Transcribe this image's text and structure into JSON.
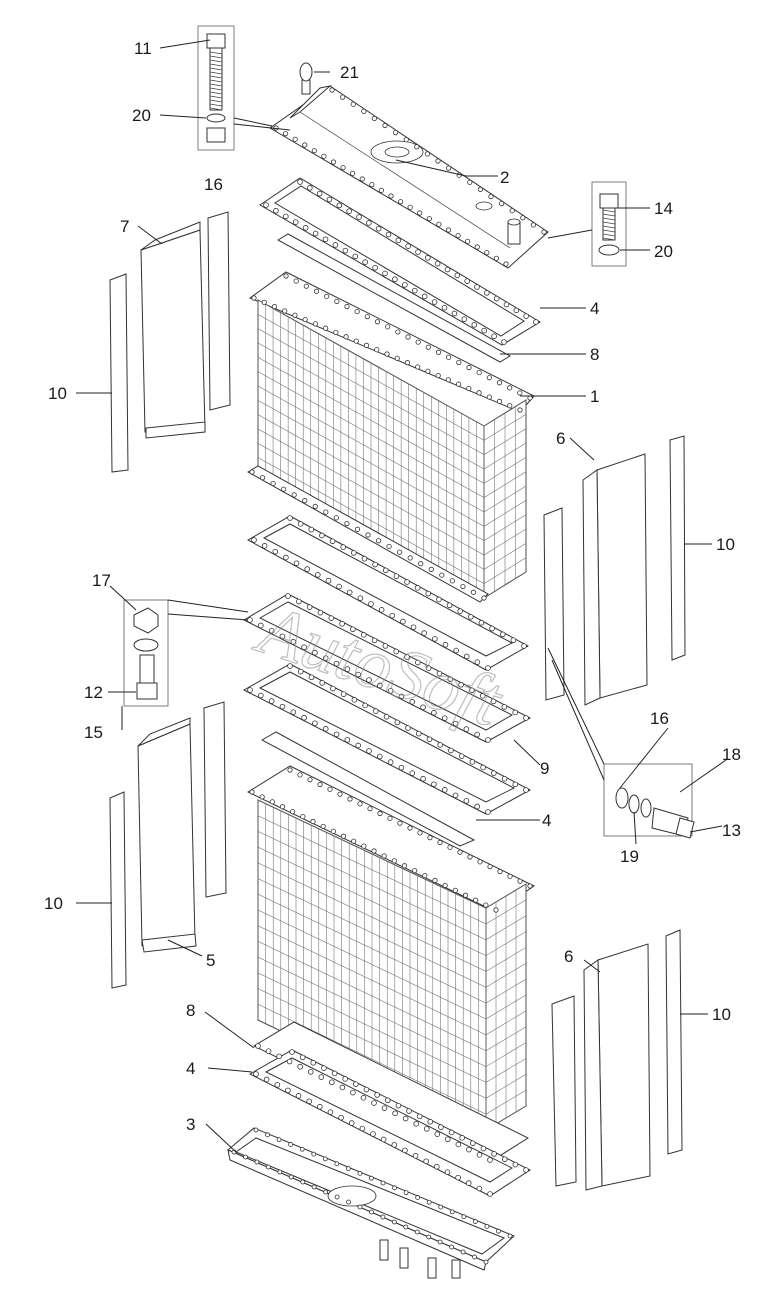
{
  "watermark": "AutoSoft",
  "callouts": {
    "c1": "1",
    "c2": "2",
    "c3": "3",
    "c4a": "4",
    "c4b": "4",
    "c4c": "4",
    "c5": "5",
    "c6a": "6",
    "c6b": "6",
    "c7": "7",
    "c8a": "8",
    "c8b": "8",
    "c9": "9",
    "c10a": "10",
    "c10b": "10",
    "c10c": "10",
    "c10d": "10",
    "c11": "11",
    "c12": "12",
    "c13": "13",
    "c14": "14",
    "c15": "15",
    "c16a": "16",
    "c16b": "16",
    "c17": "17",
    "c18": "18",
    "c19": "19",
    "c20a": "20",
    "c20b": "20",
    "c21": "21"
  },
  "colors": {
    "line": "#333333",
    "label": "#1a1a1a",
    "watermark": "#8a8a8a"
  }
}
